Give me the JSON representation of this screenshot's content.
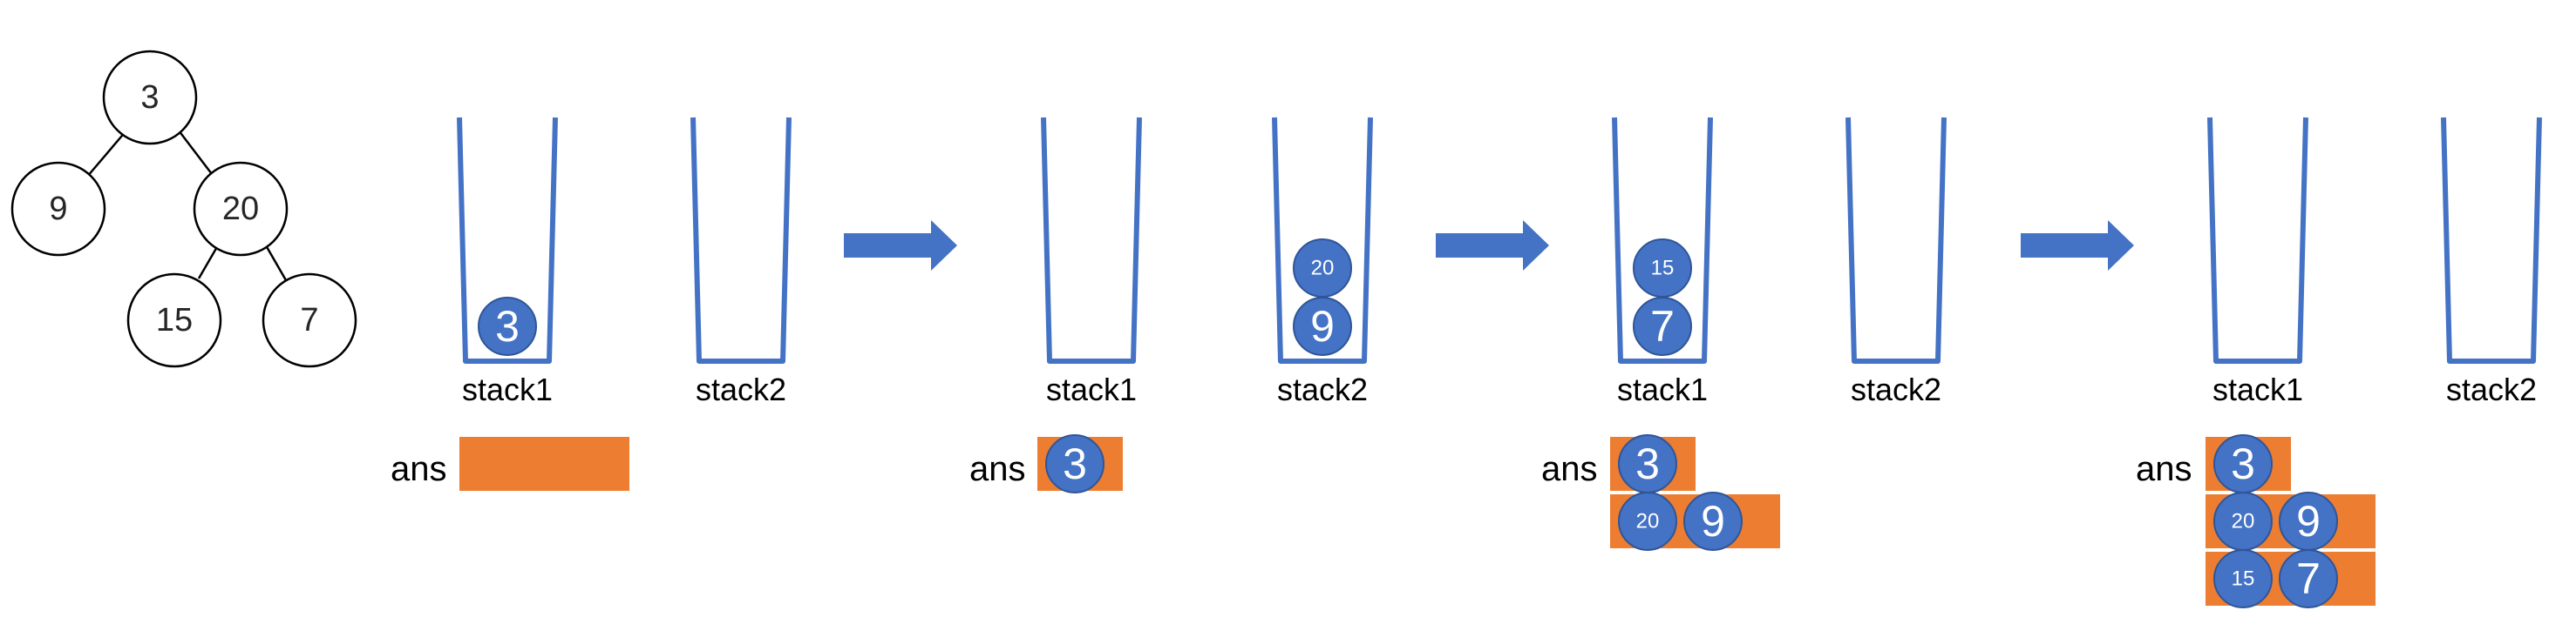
{
  "colors": {
    "accent_blue": "#4472C4",
    "ans_orange": "#ED7D31",
    "tree_stroke": "#000000"
  },
  "tree": {
    "root": "3",
    "left": "9",
    "right": "20",
    "right_left": "15",
    "right_right": "7"
  },
  "labels": {
    "stack1": "stack1",
    "stack2": "stack2",
    "ans": "ans"
  },
  "steps": [
    {
      "stack1": [
        "3"
      ],
      "stack2": [],
      "ans": []
    },
    {
      "stack1": [],
      "stack2": [
        "9",
        "20"
      ],
      "ans": [
        [
          "3"
        ]
      ]
    },
    {
      "stack1": [
        "7",
        "15"
      ],
      "stack2": [],
      "ans": [
        [
          "3"
        ],
        [
          "20",
          "9"
        ]
      ]
    },
    {
      "stack1": [],
      "stack2": [],
      "ans": [
        [
          "3"
        ],
        [
          "20",
          "9"
        ],
        [
          "15",
          "7"
        ]
      ]
    }
  ],
  "transition_icon": "right-arrow-icon"
}
